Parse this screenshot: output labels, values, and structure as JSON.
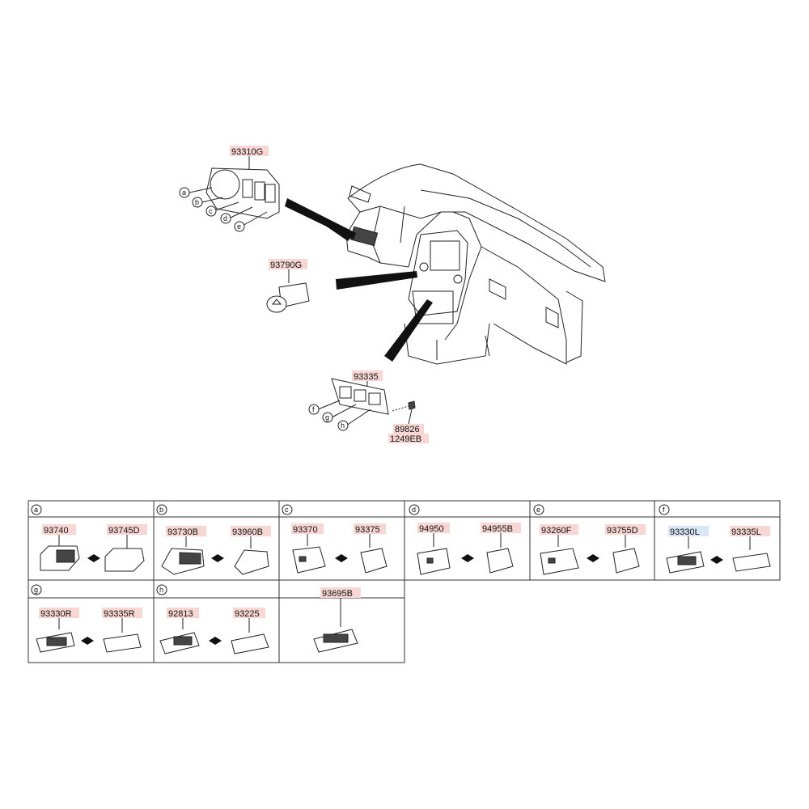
{
  "main_parts": {
    "switch_assembly_upper": "93310G",
    "switch_single": "93790G",
    "switch_assembly_lower": "93335",
    "screw_a": "89826",
    "screw_b": "1249EB"
  },
  "callouts_upper": [
    "a",
    "b",
    "c",
    "d",
    "e"
  ],
  "callouts_lower": [
    "f",
    "g",
    "h"
  ],
  "table": {
    "row1": [
      {
        "key": "a",
        "left": "93740",
        "right": "93745D"
      },
      {
        "key": "b",
        "left": "93730B",
        "right": "93960B"
      },
      {
        "key": "c",
        "left": "93370",
        "right": "93375"
      },
      {
        "key": "d",
        "left": "94950",
        "right": "94955B"
      },
      {
        "key": "e",
        "left": "93260F",
        "right": "93755D"
      },
      {
        "key": "f",
        "left": "93330L",
        "right": "93335L"
      }
    ],
    "row2": [
      {
        "key": "g",
        "left": "93330R",
        "right": "93335R"
      },
      {
        "key": "h",
        "left": "92813",
        "right": "93225"
      },
      {
        "key": "",
        "single": "93695B"
      }
    ]
  },
  "colors": {
    "label_highlight": "#f7d6d3",
    "label_highlight_blue": "#d9e6f5"
  }
}
